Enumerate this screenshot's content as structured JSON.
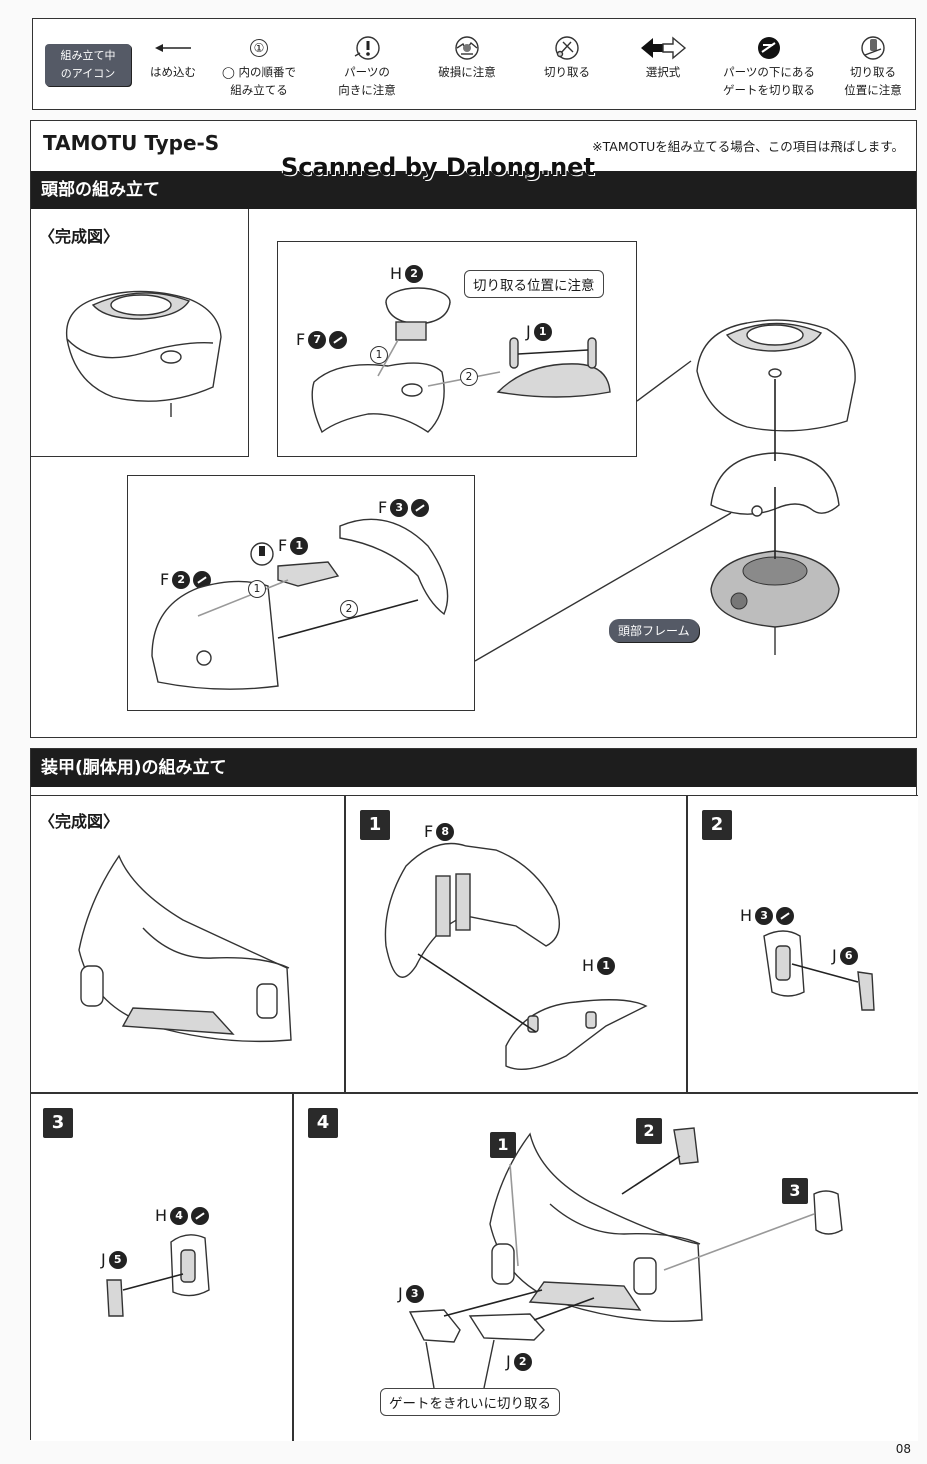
{
  "legend": {
    "badge": [
      "組み立て中",
      "のアイコン"
    ],
    "items": [
      {
        "icon": "arrow-left-icon",
        "text": "はめ込む"
      },
      {
        "icon": "circled-number-icon",
        "symbol": "①",
        "text": "◯ 内の順番で\n組み立てる"
      },
      {
        "icon": "exclamation-icon",
        "text": "パーツの\n向きに注意"
      },
      {
        "icon": "breakage-icon",
        "text": "破損に注意"
      },
      {
        "icon": "cut-icon",
        "text": "切り取る"
      },
      {
        "icon": "double-arrow-icon",
        "text": "選択式"
      },
      {
        "icon": "gate-cut-icon",
        "text": "パーツの下にある\nゲートを切り取る"
      },
      {
        "icon": "cut-position-icon",
        "text": "切り取る\n位置に注意"
      }
    ]
  },
  "section1": {
    "title": "TAMOTU Type-S",
    "note": "※TAMOTUを組み立てる場合、この項目は飛ばします。",
    "watermark": "Scanned by Dalong.net",
    "bar": "頭部の組み立て",
    "completed": "〈完成図〉",
    "callout": "切り取る位置に注意",
    "frame_label": "頭部フレーム",
    "parts": {
      "h2": {
        "letter": "H",
        "num": "2"
      },
      "j1": {
        "letter": "J",
        "num": "1"
      },
      "f7": {
        "letter": "F",
        "num": "7"
      },
      "f1": {
        "letter": "F",
        "num": "1"
      },
      "f2": {
        "letter": "F",
        "num": "2"
      },
      "f3": {
        "letter": "F",
        "num": "3"
      }
    },
    "step_marks": [
      "1",
      "2"
    ]
  },
  "section2": {
    "bar": "装甲(胴体用)の組み立て",
    "completed": "〈完成図〉",
    "steps": [
      "1",
      "2",
      "3",
      "4"
    ],
    "parts": {
      "f8": {
        "letter": "F",
        "num": "8"
      },
      "h1": {
        "letter": "H",
        "num": "1"
      },
      "h3": {
        "letter": "H",
        "num": "3"
      },
      "j6": {
        "letter": "J",
        "num": "6"
      },
      "h4": {
        "letter": "H",
        "num": "4"
      },
      "j5": {
        "letter": "J",
        "num": "5"
      },
      "j3": {
        "letter": "J",
        "num": "3"
      },
      "j2": {
        "letter": "J",
        "num": "2"
      }
    },
    "callout": "ゲートをきれいに切り取る"
  },
  "page_number": "08"
}
